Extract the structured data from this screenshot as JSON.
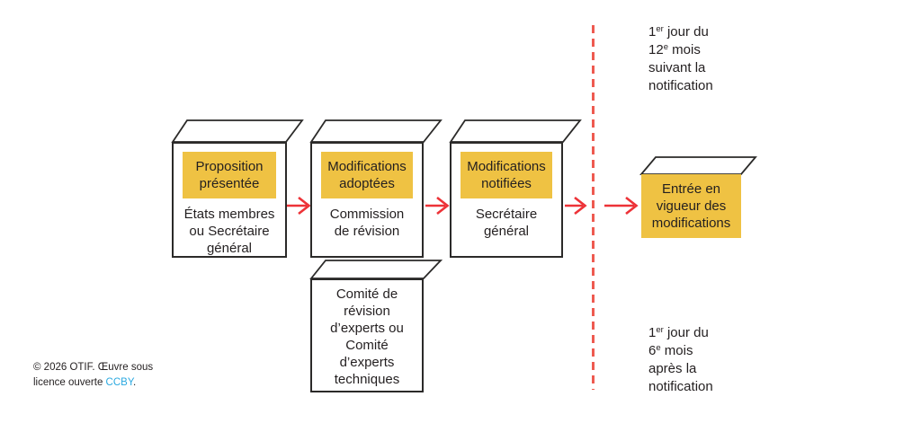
{
  "palette": {
    "yellow": "#EFC243",
    "red": "#ED3237",
    "dash_red": "#EE5A50",
    "text": "#231F20",
    "border": "#2B2A29",
    "link_blue": "#2BA9E0"
  },
  "flow": {
    "boxes": {
      "proposition": {
        "label_lines": [
          "Proposition",
          "présentée"
        ],
        "sub_lines": [
          "États membres",
          "ou Secrétaire",
          "général"
        ]
      },
      "adoptees": {
        "label_lines": [
          "Modifications",
          "adoptées"
        ],
        "sub_lines": [
          "Commission",
          "de révision"
        ]
      },
      "notifiees": {
        "label_lines": [
          "Modifications",
          "notifiées"
        ],
        "sub_lines": [
          "Secrétaire",
          "général"
        ]
      },
      "entree": {
        "lines": [
          "Entrée en",
          "vigueur des",
          "modifications"
        ]
      },
      "comite": {
        "lines": [
          "Comité de",
          "révision",
          "d’experts ou",
          "Comité",
          "d’experts",
          "techniques"
        ]
      }
    },
    "milestones": {
      "top": {
        "num1": "1",
        "sup1": "er",
        "tail1": " jour du",
        "num2": "12",
        "sup2": "e",
        "tail2": " mois",
        "line3": "suivant la",
        "line4": "notification"
      },
      "bottom": {
        "num1": "1",
        "sup1": "er",
        "tail1": " jour du",
        "num2": "6",
        "sup2": "e",
        "tail2": " mois",
        "line3": "après la",
        "line4": "notification"
      }
    }
  },
  "footer": {
    "line1": "© 2026 OTIF. Œuvre sous",
    "line2_prefix": "licence ouverte ",
    "link": "CCBY",
    "line2_suffix": "."
  }
}
